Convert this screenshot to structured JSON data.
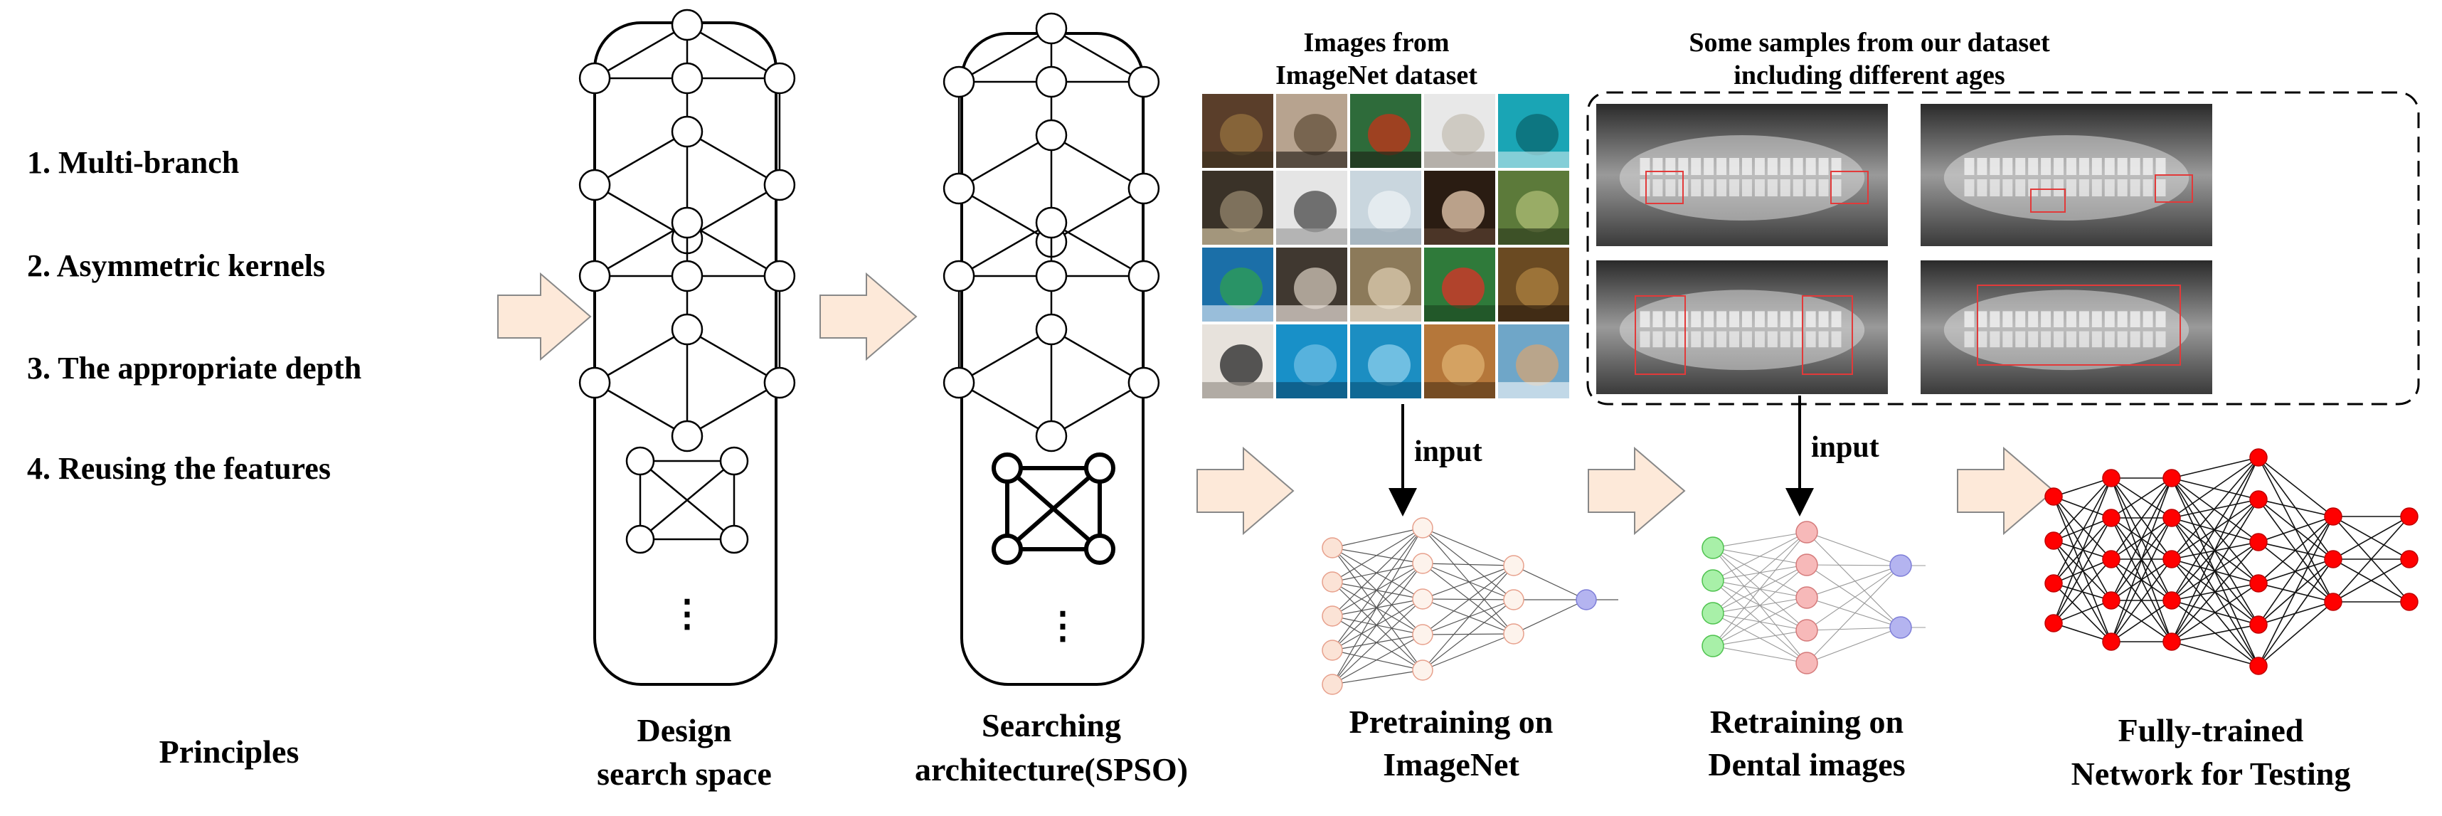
{
  "principles": {
    "items": [
      "1. Multi-branch",
      "2. Asymmetric  kernels",
      "3. The appropriate depth",
      "4. Reusing the features"
    ],
    "caption": "Principles"
  },
  "design_space": {
    "caption_line1": "Design",
    "caption_line2": "search space",
    "ellipsis": "⋮"
  },
  "searching": {
    "caption_line1": "Searching",
    "caption_line2": "architecture(SPSO)",
    "ellipsis": "⋮"
  },
  "imagenet": {
    "title_line1": "Images from",
    "title_line2": "ImageNet dataset",
    "input_label": "input",
    "caption_line1": "Pretraining on",
    "caption_line2": "ImageNet"
  },
  "dental": {
    "title_line1": "Some samples from our dataset",
    "title_line2": "including different ages",
    "input_label": "input",
    "caption_line1": "Retraining on",
    "caption_line2": "Dental images"
  },
  "final": {
    "caption_line1": "Fully-trained",
    "caption_line2": "Network for Testing"
  },
  "colors": {
    "arrow_fill": "#fde9d9",
    "arrow_stroke": "#888888",
    "pretrain_node": "#fbe3d6",
    "pretrain_stroke": "#e7a08c",
    "output_node": "#b4b4f0",
    "retrain_input": "#a8f0a8",
    "retrain_hidden": "#f7b9b9",
    "final_node": "#ff0000",
    "xray_box": "#e23a3a"
  }
}
